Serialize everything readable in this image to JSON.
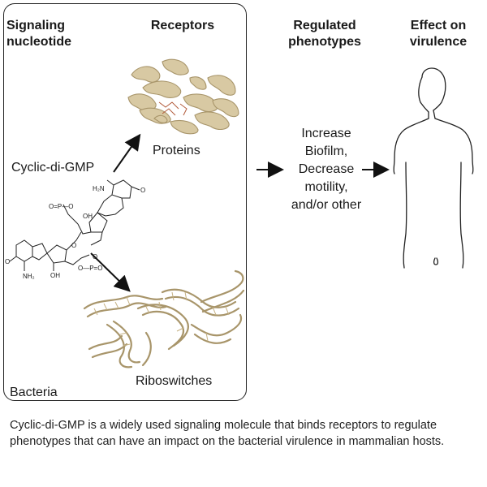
{
  "headers": {
    "signaling": "Signaling\nnucleotide",
    "receptors": "Receptors",
    "regulated": "Regulated\nphenotypes",
    "effect": "Effect on\nvirulence"
  },
  "labels": {
    "cyclic": "Cyclic-di-GMP",
    "proteins": "Proteins",
    "riboswitches": "Riboswitches",
    "bacteria": "Bacteria"
  },
  "phenotypes": [
    "Increase",
    "Biofilm,",
    "Decrease",
    "motility,",
    "and/or other"
  ],
  "molecule_atoms": {
    "h2n_top": "H₂N",
    "o_top": "O",
    "oh": "OH",
    "oh2": "OH",
    "p1": "O=P—O",
    "o_left": "O",
    "o_bottom": "O",
    "nh2": "NH₂",
    "p2": "O—P=O",
    "o_p2": "O"
  },
  "caption": "Cyclic-di-GMP is a widely used signaling molecule that binds receptors to regulate phenotypes that can have an impact on the bacterial virulence in mammalian hosts.",
  "colors": {
    "ribbon": "#d8c9a3",
    "ribbon_edge": "#a8956a",
    "ink": "#222222"
  }
}
